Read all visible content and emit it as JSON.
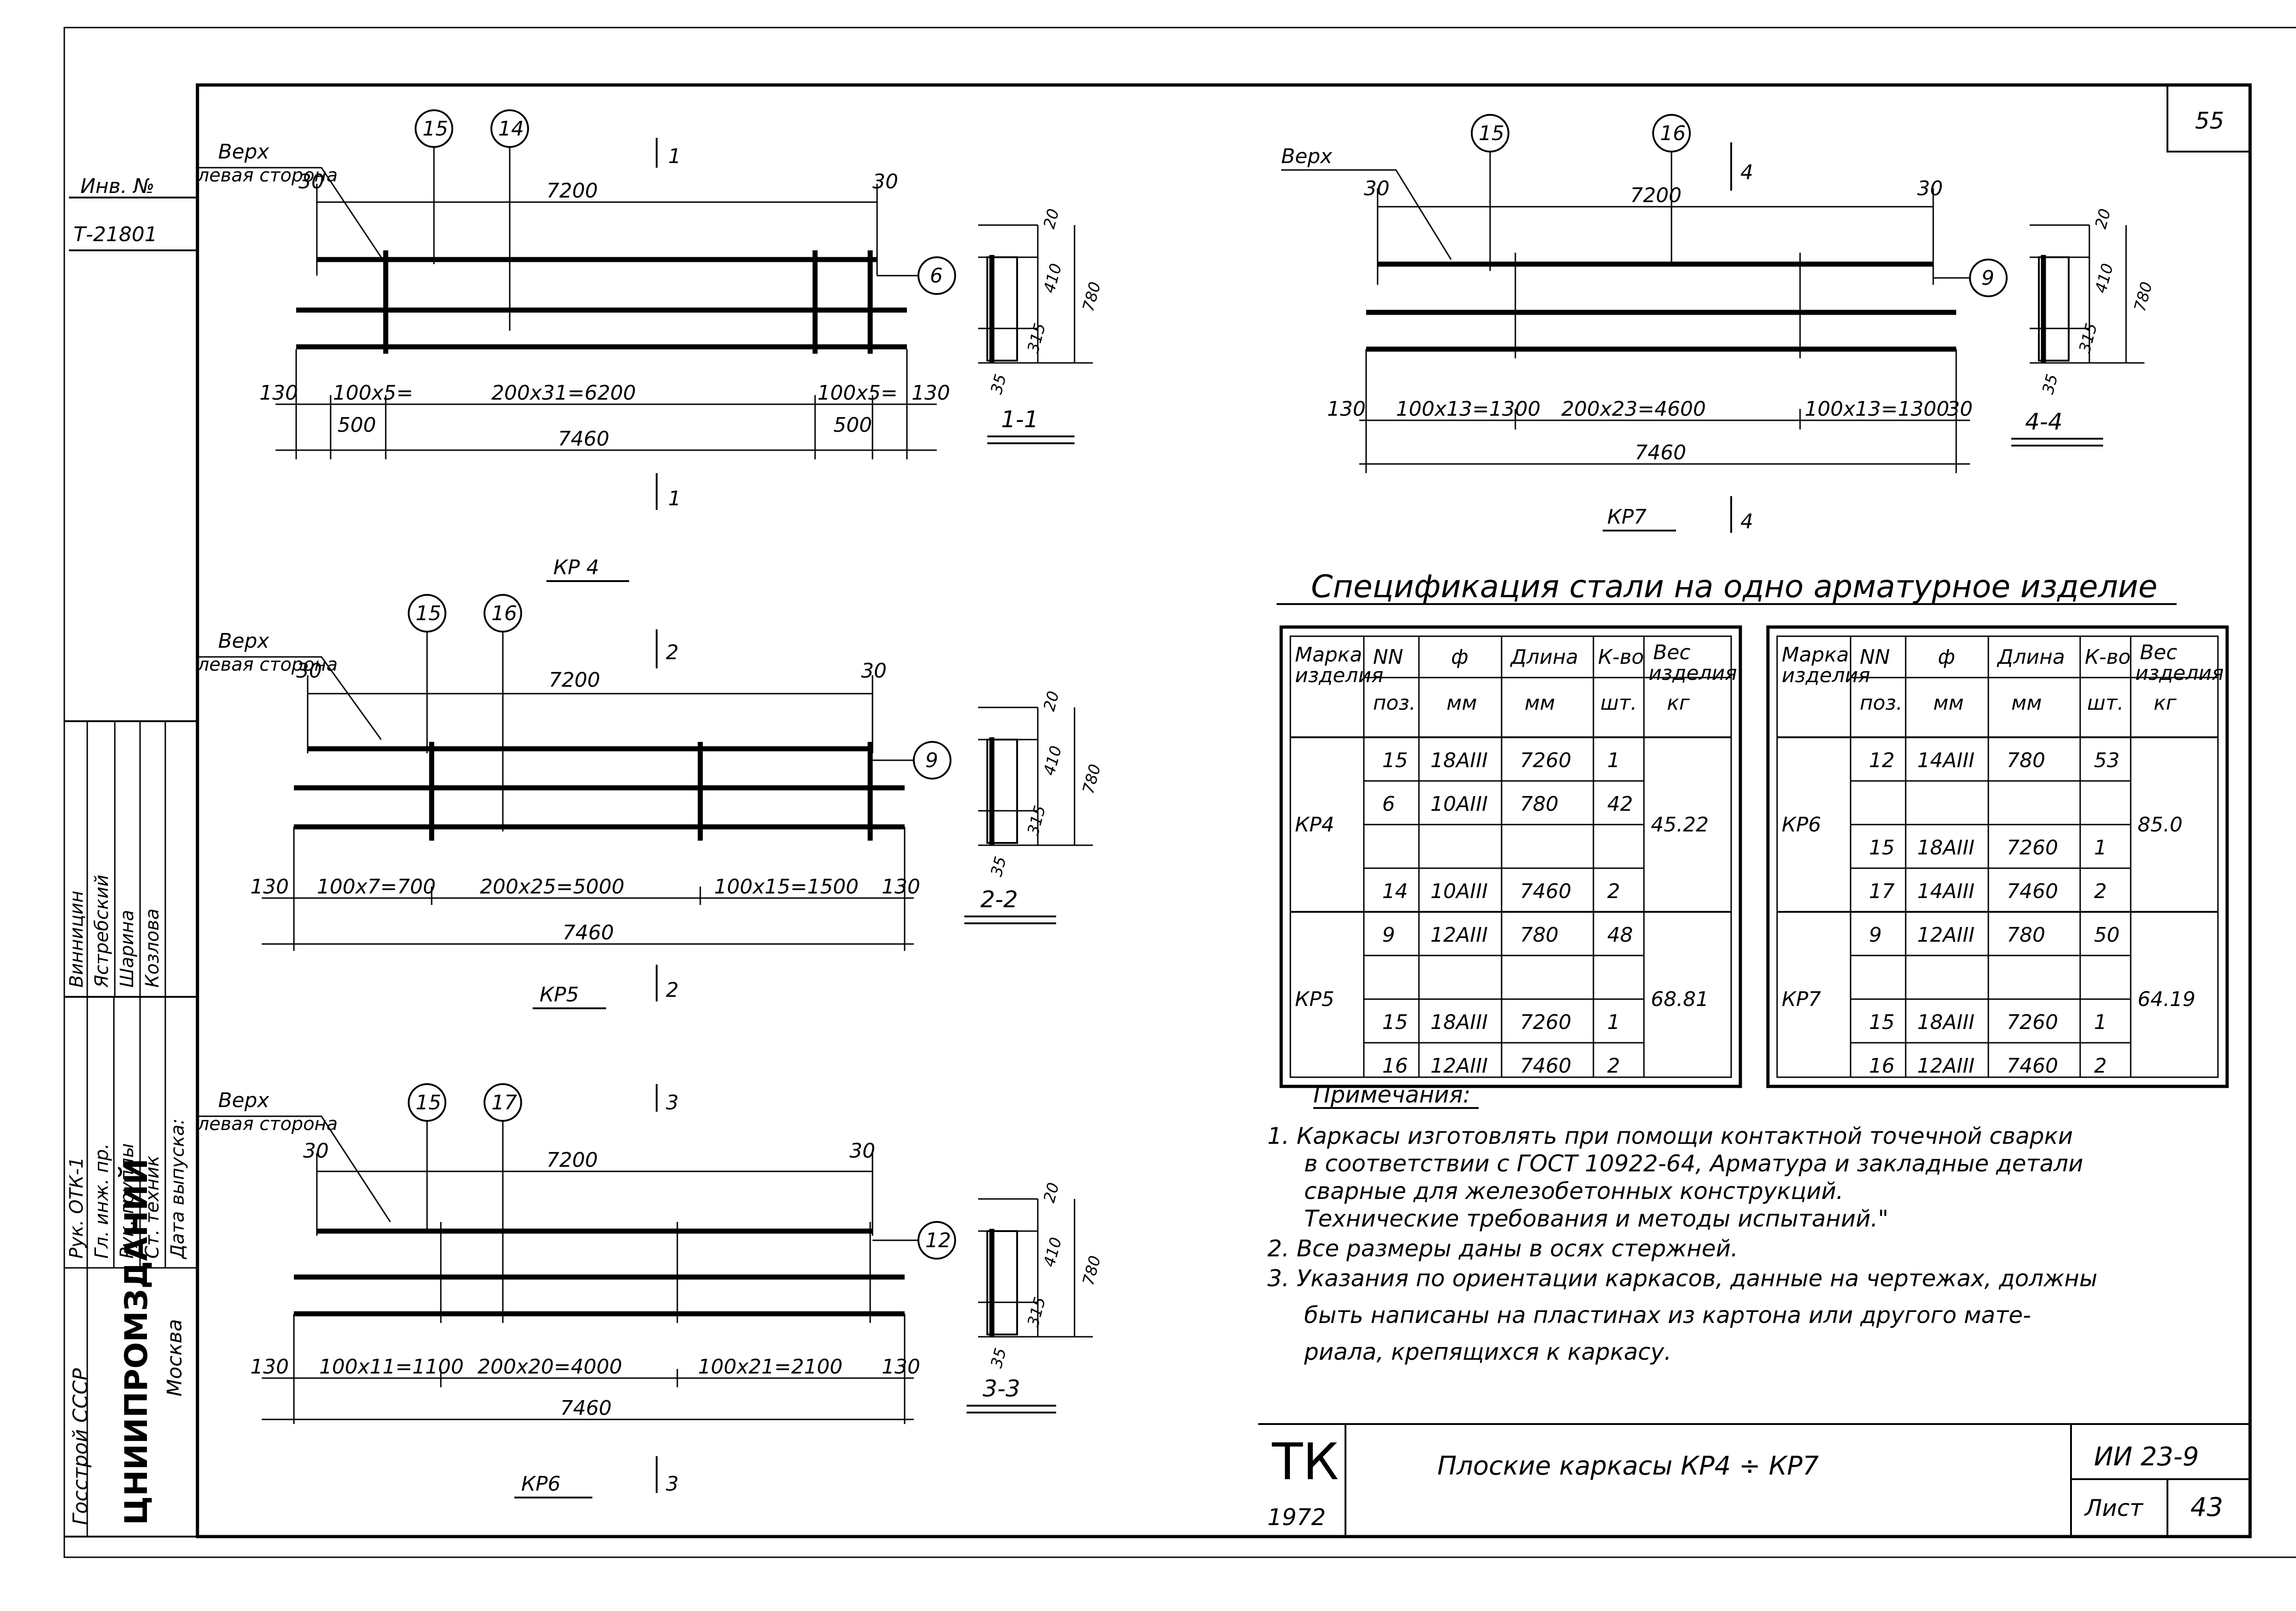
{
  "sheet_number_top": "55",
  "inv": {
    "label": "Инв. №",
    "number": "Т-21801"
  },
  "people": [
    "Винницин",
    "Ястребский",
    "Шарина",
    "Козлова"
  ],
  "roles": [
    "Рук. ОТК-1",
    "Гл. инж. пр.",
    "Рук. группы",
    "Ст. техник",
    "Дата выпуска:"
  ],
  "org": {
    "ministry": "Госстрой СССР",
    "name": "ЦНИИПРОМЗДАНИЙ",
    "city": "Москва"
  },
  "drawings": {
    "common": {
      "top_label": "Верх",
      "left_side": "левая сторона",
      "overall": "7200",
      "end_offset": "30",
      "full_length": "7460",
      "end_left": "130",
      "end_right": "130",
      "height": "780",
      "dim_20": "20",
      "dim_410": "410",
      "dim_315": "315",
      "dim_35": "35"
    },
    "kp4": {
      "title": "КР 4",
      "cut": "1",
      "section": "1-1",
      "pos_a": "15",
      "pos_b": "14",
      "end_pos": "6",
      "seg_left": "100х5=",
      "seg_mid": "200х31=6200",
      "seg_right": "100х5=",
      "sub_left": "500",
      "sub_right": "500"
    },
    "kp5": {
      "title": "КР5",
      "cut": "2",
      "section": "2-2",
      "pos_a": "15",
      "pos_b": "16",
      "end_pos": "9",
      "seg_left": "100х7=700",
      "seg_mid": "200х25=5000",
      "seg_right": "100х15=1500"
    },
    "kp6": {
      "title": "КР6",
      "cut": "3",
      "section": "3-3",
      "pos_a": "15",
      "pos_b": "17",
      "end_pos": "12",
      "seg_left": "100х11=1100",
      "seg_mid": "200х20=4000",
      "seg_right": "100х21=2100"
    },
    "kp7": {
      "title": "КР7",
      "cut": "4",
      "section": "4-4",
      "pos_a": "15",
      "pos_b": "16",
      "end_pos": "9",
      "seg_left": "100х13=1300",
      "seg_mid": "200х23=4600",
      "seg_right": "100х13=1300",
      "end_right": "30"
    }
  },
  "spec": {
    "title": "Спецификация стали на одно арматурное изделие",
    "headers": {
      "mark": "Марка изделия",
      "pos": "NN",
      "pos_unit": "поз.",
      "dia": "ф",
      "dia_unit": "мм",
      "len": "Длина",
      "len_unit": "мм",
      "qty": "К-во",
      "qty_unit": "шт.",
      "wt": "Вес изделия",
      "wt_unit": "кг"
    },
    "left": {
      "groups": [
        {
          "mark": "КР4",
          "weight": "45.22",
          "rows": [
            {
              "pos": "15",
              "dia": "18АIII",
              "len": "7260",
              "qty": "1"
            },
            {
              "pos": "6",
              "dia": "10АIII",
              "len": "780",
              "qty": "42"
            },
            {
              "pos": "14",
              "dia": "10АIII",
              "len": "7460",
              "qty": "2"
            }
          ]
        },
        {
          "mark": "КР5",
          "weight": "68.81",
          "rows": [
            {
              "pos": "9",
              "dia": "12АIII",
              "len": "780",
              "qty": "48"
            },
            {
              "pos": "15",
              "dia": "18АIII",
              "len": "7260",
              "qty": "1"
            },
            {
              "pos": "16",
              "dia": "12АIII",
              "len": "7460",
              "qty": "2"
            }
          ]
        }
      ]
    },
    "right": {
      "groups": [
        {
          "mark": "КР6",
          "weight": "85.0",
          "rows": [
            {
              "pos": "12",
              "dia": "14АIII",
              "len": "780",
              "qty": "53"
            },
            {
              "pos": "15",
              "dia": "18АIII",
              "len": "7260",
              "qty": "1"
            },
            {
              "pos": "17",
              "dia": "14АIII",
              "len": "7460",
              "qty": "2"
            }
          ]
        },
        {
          "mark": "КР7",
          "weight": "64.19",
          "rows": [
            {
              "pos": "9",
              "dia": "12АIII",
              "len": "780",
              "qty": "50"
            },
            {
              "pos": "15",
              "dia": "18АIII",
              "len": "7260",
              "qty": "1"
            },
            {
              "pos": "16",
              "dia": "12АIII",
              "len": "7460",
              "qty": "2"
            }
          ]
        }
      ]
    }
  },
  "notes": {
    "title": "Примечания:",
    "lines": [
      "1. Каркасы изготовлять при помощи контактной точечной сварки",
      "в соответствии с ГОСТ 10922-64, Арматура и закладные детали",
      "сварные для железобетонных конструкций.",
      "Технические требования и методы испытаний.\"",
      "2. Все размеры даны в осях стержней.",
      "3. Указания по ориентации каркасов, данные на чертежах, должны",
      "быть написаны на пластинах из картона или другого мате-",
      "риала, крепящихся к каркасу."
    ]
  },
  "stamp": {
    "code": "ТК",
    "year": "1972",
    "title": "Плоские каркасы КР4 ÷ КР7",
    "series": "ИИ 23-9",
    "sheet_label": "Лист",
    "sheet_no": "43"
  }
}
